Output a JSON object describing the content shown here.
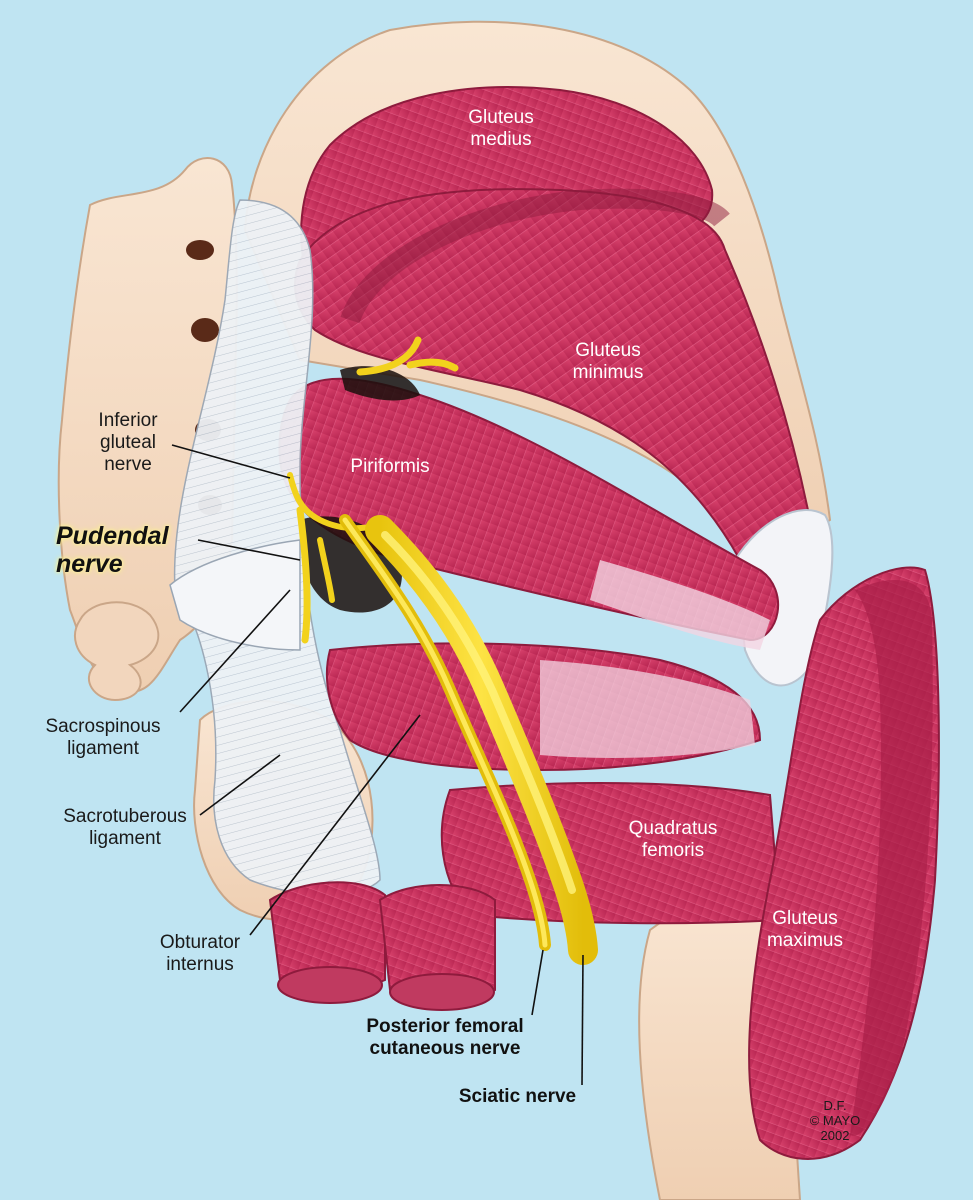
{
  "labels": {
    "gluteus_medius": [
      "Gluteus",
      "medius"
    ],
    "gluteus_minimus": [
      "Gluteus",
      "minimus"
    ],
    "piriformis": [
      "Piriformis"
    ],
    "inferior_gluteal_nerve": [
      "Inferior",
      "gluteal",
      "nerve"
    ],
    "pudendal_nerve": [
      "Pudendal",
      "nerve"
    ],
    "sacrospinous_ligament": [
      "Sacrospinous",
      "ligament"
    ],
    "sacrotuberous_ligament": [
      "Sacrotuberous",
      "ligament"
    ],
    "obturator_internus": [
      "Obturator",
      "internus"
    ],
    "quadratus_femoris": [
      "Quadratus",
      "femoris"
    ],
    "gluteus_maximus": [
      "Gluteus",
      "maximus"
    ],
    "posterior_femoral_cutaneous_nerve": [
      "Posterior femoral",
      "cutaneous nerve"
    ],
    "sciatic_nerve": [
      "Sciatic nerve"
    ]
  },
  "credit": [
    "D.F.",
    "© MAYO",
    "2002"
  ],
  "colors": {
    "background": "#bfe4f2",
    "muscle": "#c8305e",
    "muscle_light": "#e05a84",
    "bone": "#f6dcc3",
    "ligament": "#eef2f6",
    "nerve": "#f2d21c",
    "nerve_highlight": "#fff27a"
  }
}
